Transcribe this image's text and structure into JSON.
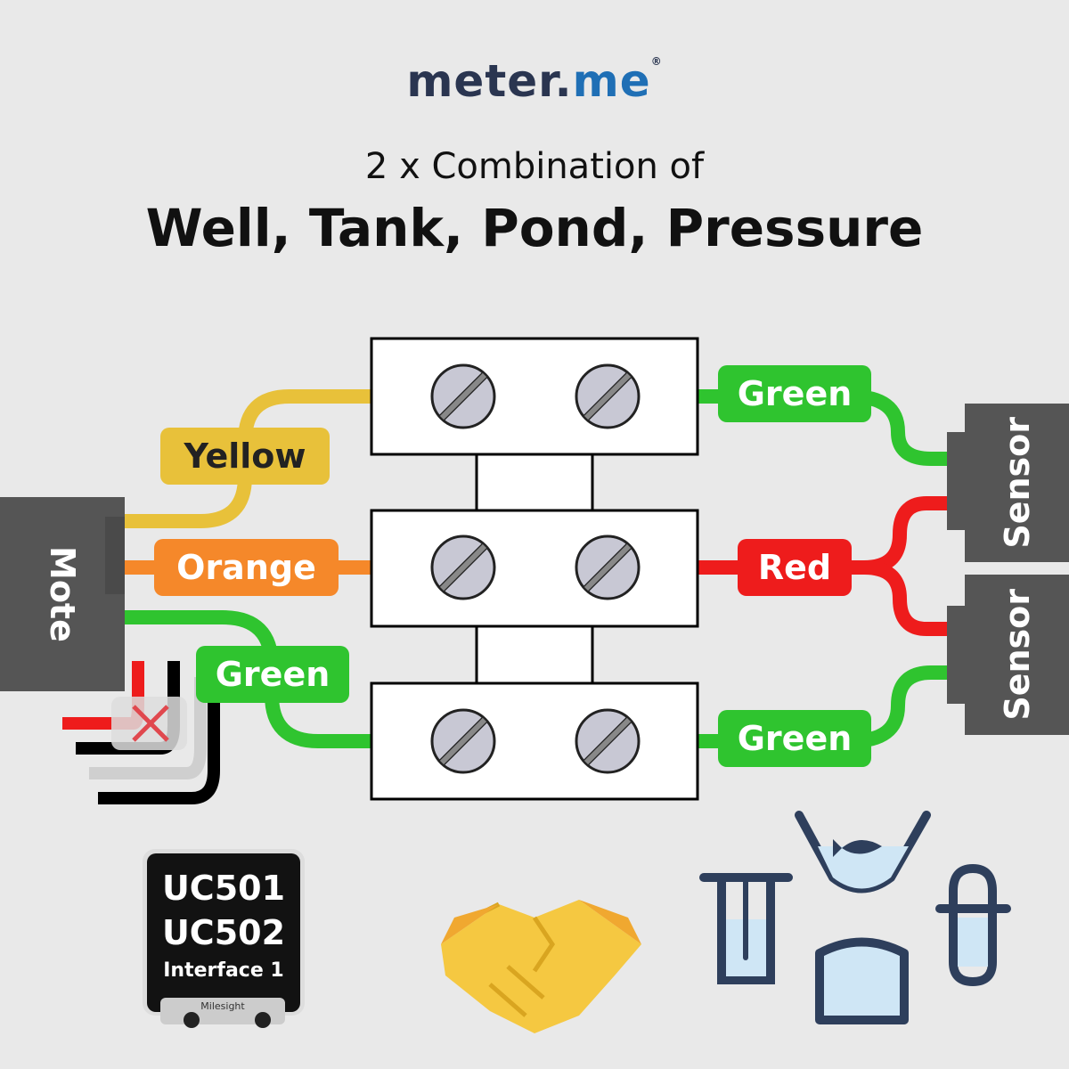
{
  "brand": {
    "logo_main": "meter.",
    "logo_accent": "me",
    "logo_mark": "®"
  },
  "heading": {
    "subtitle": "2 x Combination of",
    "title": "Well, Tank, Pond, Pressure"
  },
  "mote": {
    "label": "Mote"
  },
  "sensors": [
    {
      "label": "Sensor"
    },
    {
      "label": "Sensor"
    }
  ],
  "wires": {
    "yellow": "Yellow",
    "orange": "Orange",
    "green_left": "Green",
    "green_top_right": "Green",
    "red": "Red",
    "green_bottom_right": "Green"
  },
  "device": {
    "line1": "UC501",
    "line2": "UC502",
    "line3": "Interface 1",
    "brand": "Milesight"
  },
  "colors": {
    "yellow": "#e8c13a",
    "orange": "#f5882a",
    "green": "#2fc42f",
    "red": "#ee1c1c",
    "device_gray": "#555555",
    "icon_blue": "#2e3f5c",
    "water": "#cfe6f5"
  },
  "icons": [
    "handshake-icon",
    "well-icon",
    "pond-fish-icon",
    "tank-icon",
    "pressure-icon",
    "terminal-screw-icon"
  ]
}
